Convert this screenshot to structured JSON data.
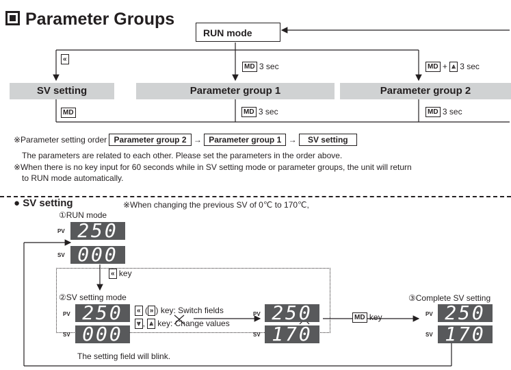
{
  "title": "Parameter Groups",
  "run_mode": "RUN mode",
  "groups": {
    "sv": "SV setting",
    "pg1": "Parameter group 1",
    "pg2": "Parameter group 2"
  },
  "keys": {
    "shift": "«",
    "md": "MD",
    "up": "⩓",
    "down": "⩔",
    "right": "»"
  },
  "labels": {
    "to_pg1": "3 sec",
    "to_pg2": "3 sec",
    "plus": "+",
    "pg1_back": "3 sec",
    "pg2_back": "3 sec"
  },
  "notes": {
    "order_prefix": "※Parameter setting order",
    "order_items": [
      "Parameter group 2",
      "Parameter group 1",
      "SV setting"
    ],
    "arrow": "→",
    "line2": "The parameters are related to each other. Please set the parameters in the order above.",
    "line3": "※When there is no key input for 60 seconds while in SV setting mode or parameter groups, the unit will return",
    "line4": "to RUN mode automatically."
  },
  "sv_section": {
    "heading": "● SV setting",
    "note": "※When changing the previous SV of  0℃ to 170℃,",
    "step1": "①RUN mode",
    "step2": "②SV setting mode",
    "step3": "③Complete SV setting",
    "key_label": "key",
    "switch_fields": "key: Switch fields",
    "change_values": "key: Change values",
    "blink": "The setting field will blink.",
    "md_key": "key",
    "pv": "PV",
    "sv": "SV",
    "d1_pv": "250",
    "d1_sv": "000",
    "d2_pv": "250",
    "d2_sv": "000",
    "d3_pv": "250",
    "d3_sv": "170",
    "d4_pv": "250",
    "d4_sv": "170"
  }
}
